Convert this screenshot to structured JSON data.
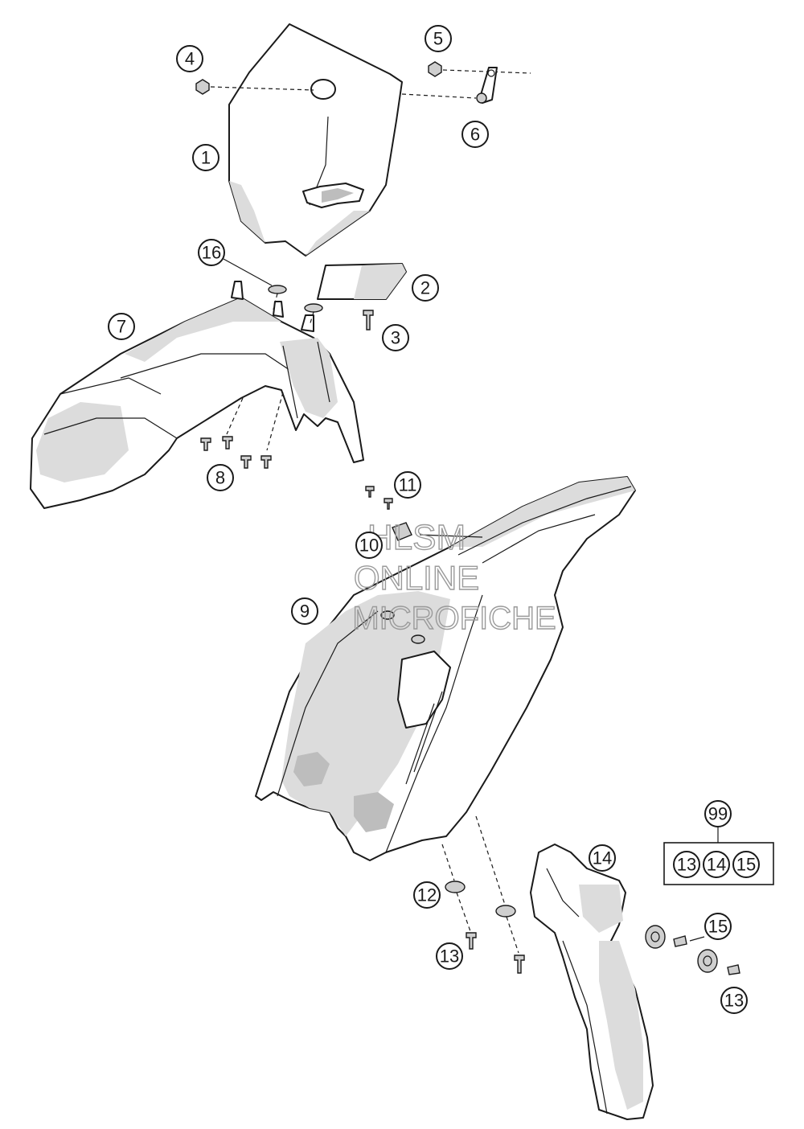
{
  "callouts": [
    {
      "id": "c1",
      "label": "1"
    },
    {
      "id": "c2",
      "label": "2"
    },
    {
      "id": "c3",
      "label": "3"
    },
    {
      "id": "c4",
      "label": "4"
    },
    {
      "id": "c5",
      "label": "5"
    },
    {
      "id": "c6",
      "label": "6"
    },
    {
      "id": "c7",
      "label": "7"
    },
    {
      "id": "c8",
      "label": "8"
    },
    {
      "id": "c9",
      "label": "9"
    },
    {
      "id": "c10",
      "label": "10"
    },
    {
      "id": "c11",
      "label": "11"
    },
    {
      "id": "c12",
      "label": "12"
    },
    {
      "id": "c13a",
      "label": "13"
    },
    {
      "id": "c13b",
      "label": "13"
    },
    {
      "id": "c14",
      "label": "14"
    },
    {
      "id": "c15",
      "label": "15"
    },
    {
      "id": "c16",
      "label": "16"
    },
    {
      "id": "c99",
      "label": "99"
    }
  ],
  "kit": {
    "label": "99",
    "members": [
      "13",
      "14",
      "15"
    ]
  },
  "watermark": {
    "line1": "HLSM",
    "line2": "ONLINE",
    "line3": "MICROFICHE"
  }
}
